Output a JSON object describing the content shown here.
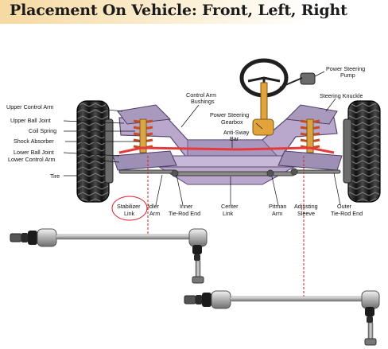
{
  "title": "Placement On Vehicle: Front, Left, Right",
  "labels": {
    "upper_control_arm": "Upper Control Arm",
    "upper_ball_joint": "Upper Ball Joint",
    "coil_spring": "Coil Spring",
    "shock_absorber": "Shock Absorber",
    "lower_ball_joint": "Lower Ball Joint",
    "lower_control_arm": "Lower Control Arm",
    "tire": "Tire",
    "control_arm_bushings_1": "Control Arm",
    "control_arm_bushings_2": "Bushings",
    "power_steering_gearbox_1": "Power Steering",
    "power_steering_gearbox_2": "Gearbox",
    "anti_sway_bar_1": "Anti-Sway",
    "anti_sway_bar_2": "Bar",
    "power_steering_pump_1": "Power Steering",
    "power_steering_pump_2": "Pump",
    "steering_knuckle": "Steering Knuckle",
    "stabilizer_link_1": "Stabilizer",
    "stabilizer_link_2": "Link",
    "idler_arm_1": "Idler",
    "idler_arm_2": "Arm",
    "inner_tie_rod_end_1": "Inner",
    "inner_tie_rod_end_2": "Tie-Rod End",
    "center_link_1": "Center",
    "center_link_2": "Link",
    "pitman_arm_1": "Pitman",
    "pitman_arm_2": "Arm",
    "adjusting_sleeve_1": "Adjusting",
    "adjusting_sleeve_2": "Sleeve",
    "outer_tie_rod_end_1": "Outer",
    "outer_tie_rod_end_2": "Tie-Rod End"
  },
  "colors": {
    "frame": "#b9a8cc",
    "frame_stroke": "#5b4a72",
    "spring": "#d35a2a",
    "sway_bar": "#e63a3a",
    "leader": "#d81f2a",
    "tire": "#2a2a2a",
    "title_bg": "#f6d9a2"
  }
}
